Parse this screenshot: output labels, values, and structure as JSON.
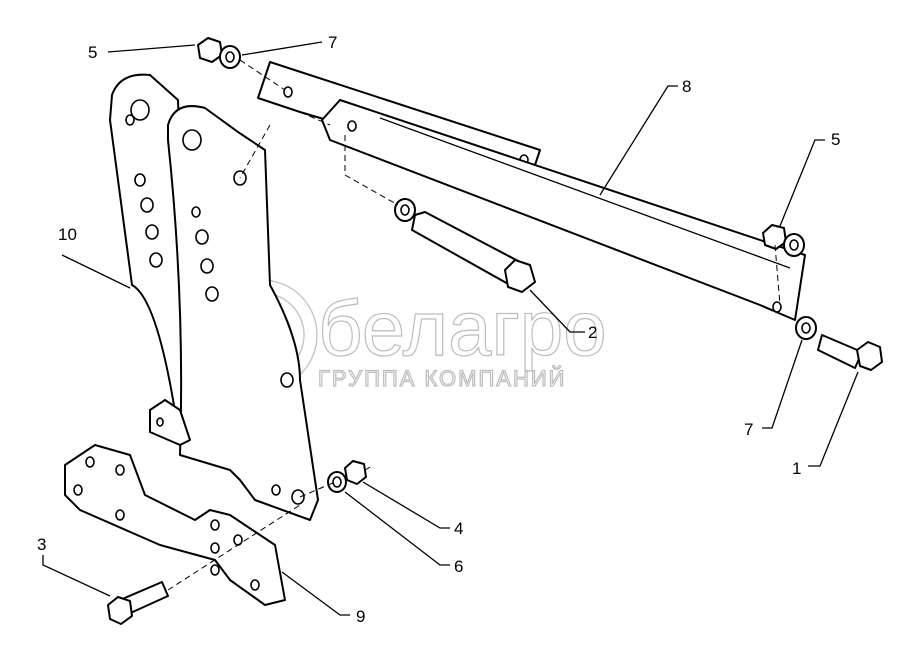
{
  "diagram": {
    "watermark": {
      "brand": "белагро",
      "tagline": "ГРУППА КОМПАНИЙ"
    },
    "callouts": [
      {
        "id": "c5a",
        "label": "5",
        "part": "nut"
      },
      {
        "id": "c7a",
        "label": "7",
        "part": "washer"
      },
      {
        "id": "c8",
        "label": "8",
        "part": "bar"
      },
      {
        "id": "c5b",
        "label": "5",
        "part": "nut"
      },
      {
        "id": "c2",
        "label": "2",
        "part": "bolt"
      },
      {
        "id": "c7b",
        "label": "7",
        "part": "washer"
      },
      {
        "id": "c1",
        "label": "1",
        "part": "bolt"
      },
      {
        "id": "c10",
        "label": "10",
        "part": "bracket"
      },
      {
        "id": "c3",
        "label": "3",
        "part": "bolt"
      },
      {
        "id": "c9",
        "label": "9",
        "part": "plate"
      },
      {
        "id": "c6",
        "label": "6",
        "part": "washer"
      },
      {
        "id": "c4",
        "label": "4",
        "part": "nut"
      }
    ]
  }
}
